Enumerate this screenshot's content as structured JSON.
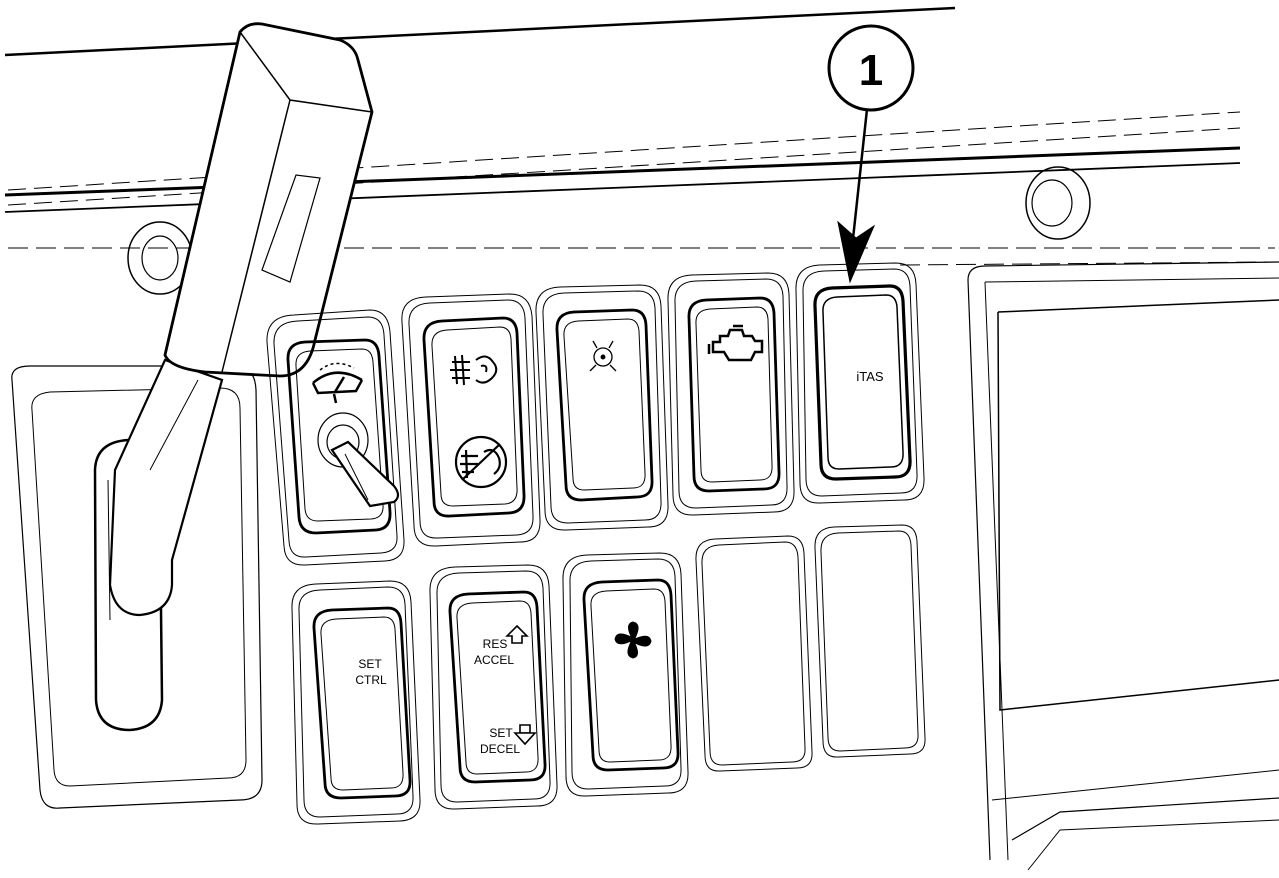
{
  "callout": {
    "number": "1"
  },
  "switches": {
    "itas": {
      "label": "iTAS"
    },
    "set_ctrl": {
      "line1": "SET",
      "line2": "CTRL"
    },
    "res_set": {
      "res_line1": "RES",
      "res_line2": "ACCEL",
      "set_line1": "SET",
      "set_line2": "DECEL"
    }
  },
  "icons": {
    "wiper": "windshield-wiper-icon",
    "defrost": "defrost-icon",
    "defrost_off": "defrost-off-icon",
    "light": "marker-light-icon",
    "engine": "check-engine-icon",
    "fan": "fan-icon",
    "arrow_up": "arrow-up-icon",
    "arrow_down": "arrow-down-icon"
  },
  "colors": {
    "line": "#000000",
    "background": "#ffffff"
  }
}
